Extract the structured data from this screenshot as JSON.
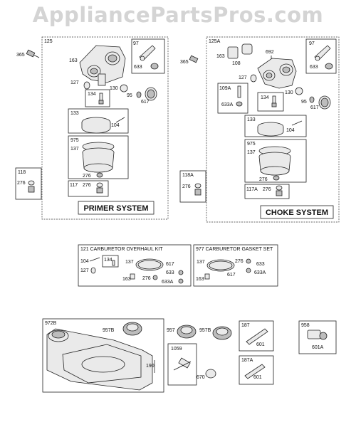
{
  "watermark": "AppliancePartsPros.com",
  "primer": {
    "box_id": "125",
    "title": "PRIMER SYSTEM",
    "labels": {
      "p365": "365",
      "p163": "163",
      "p97": "97",
      "p633": "633",
      "p127": "127",
      "p130": "130",
      "p95": "95",
      "p617": "617",
      "p134": "134",
      "p133": "133",
      "p104": "104",
      "p975": "975",
      "p137": "137",
      "p276a": "276",
      "p117": "117",
      "p276b": "276"
    },
    "side_box": {
      "id": "118",
      "label": "276"
    }
  },
  "choke": {
    "box_id": "125A",
    "title": "CHOKE SYSTEM",
    "labels": {
      "p365": "365",
      "p163": "163",
      "p108": "108",
      "p692": "692",
      "p97": "97",
      "p633": "633",
      "p127": "127",
      "p109a": "109A",
      "p633a": "633A",
      "p130": "130",
      "p134": "134",
      "p95": "95",
      "p617": "617",
      "p133": "133",
      "p104": "104",
      "p975": "975",
      "p137": "137",
      "p276a": "276",
      "p117a": "117A",
      "p276b": "276"
    },
    "side_box": {
      "id": "118A",
      "label": "276"
    }
  },
  "kits": {
    "overhaul": {
      "title": "121 CARBURETOR OVERHAUL KIT",
      "labels": {
        "p104": "104",
        "p127": "127",
        "p134": "134",
        "p137": "137",
        "p617": "617",
        "p633": "633",
        "p163": "163",
        "p276": "276",
        "p633a": "633A"
      }
    },
    "gasket": {
      "title": "977 CARBURETOR GASKET SET",
      "labels": {
        "p137": "137",
        "p276": "276",
        "p633": "633",
        "p617": "617",
        "p163": "163",
        "p633a": "633A"
      }
    }
  },
  "bottom": {
    "tank_box": {
      "id": "972B",
      "labels": {
        "p957b": "957B",
        "p190": "190"
      }
    },
    "loose": {
      "p957": "957",
      "p957b": "957B",
      "p670": "670"
    },
    "box1059": {
      "id": "1059"
    },
    "box187": {
      "id": "187",
      "label": "601"
    },
    "box958": {
      "id": "958",
      "label": "601A"
    },
    "box187a": {
      "id": "187A",
      "label": "601"
    }
  }
}
